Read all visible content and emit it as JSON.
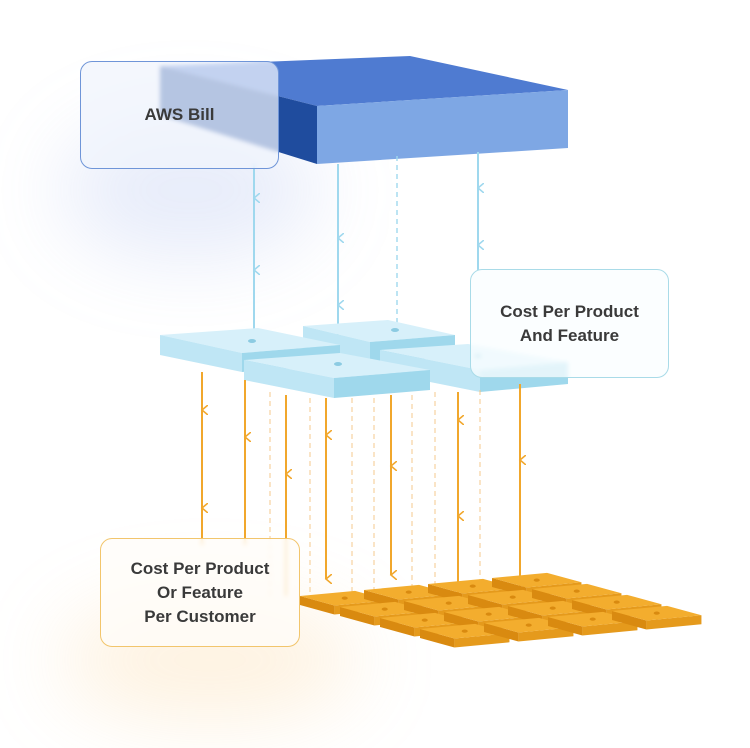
{
  "labels": {
    "aws_bill": "AWS Bill",
    "product_feature": [
      "Cost Per Product",
      "And Feature"
    ],
    "customer": [
      "Cost Per Product",
      "Or Feature",
      "Per Customer"
    ]
  },
  "colors": {
    "aws_block_top": "#4f7bd1",
    "aws_block_front": "#7ea7e4",
    "aws_block_side": "#1f4c9e",
    "product_block_top": "#d7f0fa",
    "product_block_front": "#9fd8ec",
    "customer_block": "#f3ad2e",
    "blue_arrow": "#9fd8ee",
    "orange_arrow": "#f1a72c"
  }
}
